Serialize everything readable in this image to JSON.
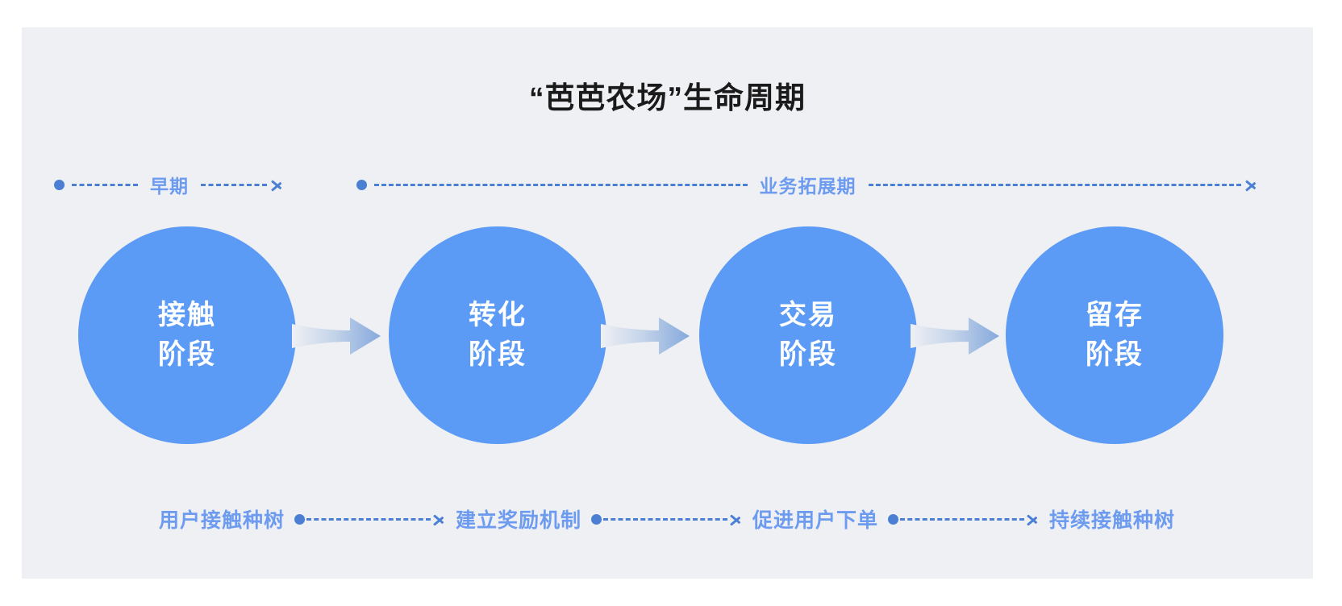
{
  "page": {
    "background": "#ffffff",
    "panel_background": "#eff0f4",
    "accent_blue": "#5b9bf5",
    "label_blue": "#6d9bef",
    "line_blue": "#4a7fd4"
  },
  "header": {
    "title": "“芭芭农场”生命周期"
  },
  "phases": [
    {
      "label": "早期",
      "has_start_dot": true,
      "has_end_arrow": true
    },
    {
      "label": "业务拓展期",
      "has_start_dot": true,
      "has_end_arrow": true
    }
  ],
  "stages": [
    {
      "line1": "接触",
      "line2": "阶段"
    },
    {
      "line1": "转化",
      "line2": "阶段"
    },
    {
      "line1": "交易",
      "line2": "阶段"
    },
    {
      "line1": "留存",
      "line2": "阶段"
    }
  ],
  "steps": [
    {
      "label": "用户接触种树"
    },
    {
      "label": "建立奖励机制"
    },
    {
      "label": "促进用户下单"
    },
    {
      "label": "持续接触种树"
    }
  ]
}
